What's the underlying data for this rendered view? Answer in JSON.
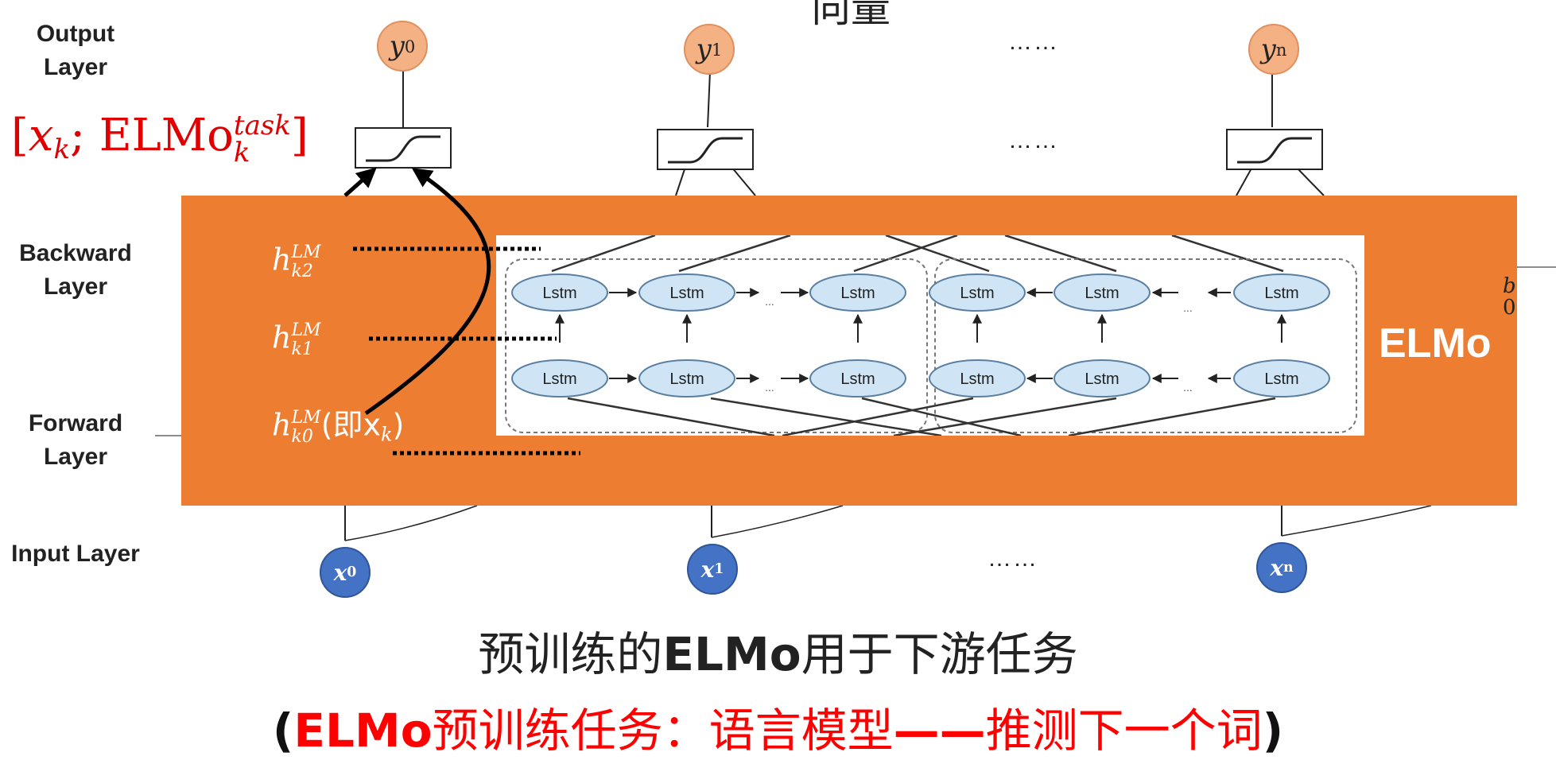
{
  "top_title": "向量",
  "layers": {
    "output": "Output Layer",
    "backward": "Backward Layer",
    "forward": "Forward Layer",
    "input": "Input Layer"
  },
  "output_nodes": [
    "y0",
    "y1",
    "yn"
  ],
  "input_nodes": [
    "x0",
    "x1",
    "xn"
  ],
  "ellipsis": "……",
  "formula": {
    "open": "[",
    "xk": "x",
    "xk_sub": "k",
    "sep": "; ELMo",
    "sup": "task",
    "sub": "k",
    "close": "]"
  },
  "hidden_labels": [
    {
      "base": "h",
      "sup": "LM",
      "sub": "k2",
      "suffix": ""
    },
    {
      "base": "h",
      "sup": "LM",
      "sub": "k1",
      "suffix": ""
    },
    {
      "base": "h",
      "sup": "LM",
      "sub": "k0",
      "suffix": "(即x",
      "suffix_sub": "k",
      "suffix_end": ")"
    }
  ],
  "lstm_label": "Lstm",
  "inner_dots": "...",
  "elmo_label": "ELMo",
  "edge_b": "b",
  "edge_0": "0",
  "caption1": {
    "pre": "预训练的",
    "bold": "ELMo",
    "post": "用于下游任务"
  },
  "caption2": {
    "open": "(",
    "bold": "ELMo",
    "text": "预训练任务：语言模型",
    "dash": "——",
    "rest": "推测下一个词",
    "close": ")"
  },
  "colors": {
    "orange": "#ed7d31",
    "red": "#e00000",
    "lstm_fill": "#cfe5f5",
    "output_node": "#f4b183",
    "input_node": "#4472c4"
  }
}
